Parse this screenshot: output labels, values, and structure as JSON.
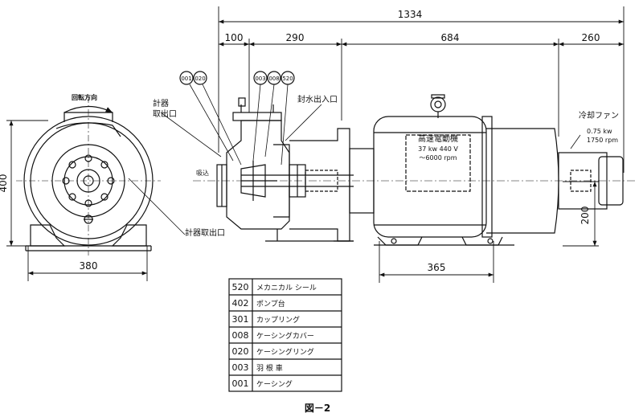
{
  "dimensions": {
    "overall": "1334",
    "seg_100": "100",
    "seg_290": "290",
    "seg_684": "684",
    "seg_260": "260",
    "height_400": "400",
    "base_380": "380",
    "motor_365": "365",
    "fan_200": "200"
  },
  "labels": {
    "rotation": "回転方向",
    "gauge_outlet_top_1": "計器",
    "gauge_outlet_top_2": "取出口",
    "seal_water": "封水出入口",
    "gauge_outlet_bottom": "計器取出口",
    "suction": "吸込",
    "motor_1": "高速電動機",
    "motor_2": "37 kw  440 V",
    "motor_3": "～6000 rpm",
    "fan_1": "冷却ファン",
    "fan_2": "0.75 kw",
    "fan_3": "1750 rpm"
  },
  "callouts": [
    "001",
    "020",
    "003",
    "008",
    "520"
  ],
  "parts_table": [
    {
      "code": "520",
      "name": "メカニカル シール"
    },
    {
      "code": "402",
      "name": "ポンプ台"
    },
    {
      "code": "301",
      "name": "カップリング"
    },
    {
      "code": "008",
      "name": "ケーシングカバー"
    },
    {
      "code": "020",
      "name": "ケーシングリング"
    },
    {
      "code": "003",
      "name": "羽 根 車"
    },
    {
      "code": "001",
      "name": "ケーシング"
    }
  ],
  "caption": "図－2"
}
